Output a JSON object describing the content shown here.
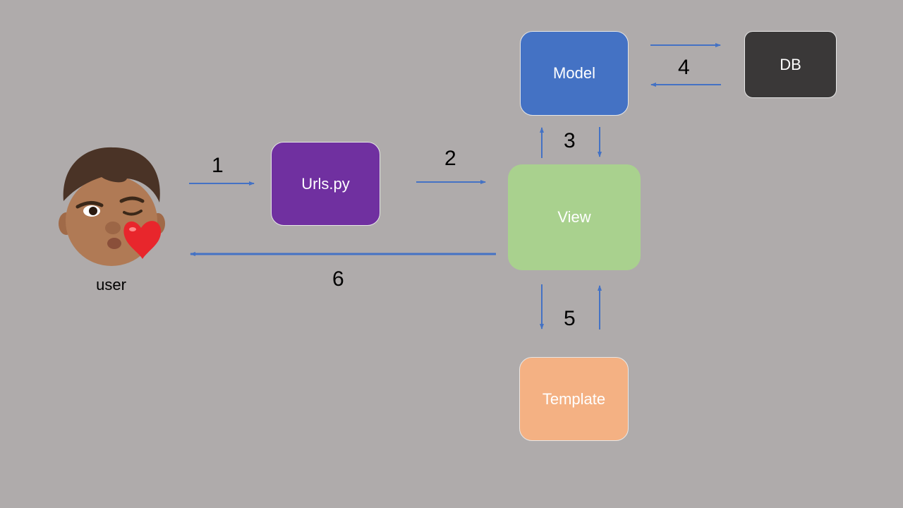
{
  "nodes": {
    "urls": "Urls.py",
    "view": "View",
    "model": "Model",
    "db": "DB",
    "template": "Template"
  },
  "user": {
    "label": "user",
    "icon": "user-avatar-memoji-icon"
  },
  "steps": [
    "1",
    "2",
    "3",
    "4",
    "5",
    "6"
  ],
  "colors": {
    "background": "#afabab",
    "urls": "#7030a0",
    "view": "#a9d18e",
    "model": "#4472c4",
    "db": "#3a3838",
    "template": "#f4b183",
    "arrow": "#4472c4"
  }
}
